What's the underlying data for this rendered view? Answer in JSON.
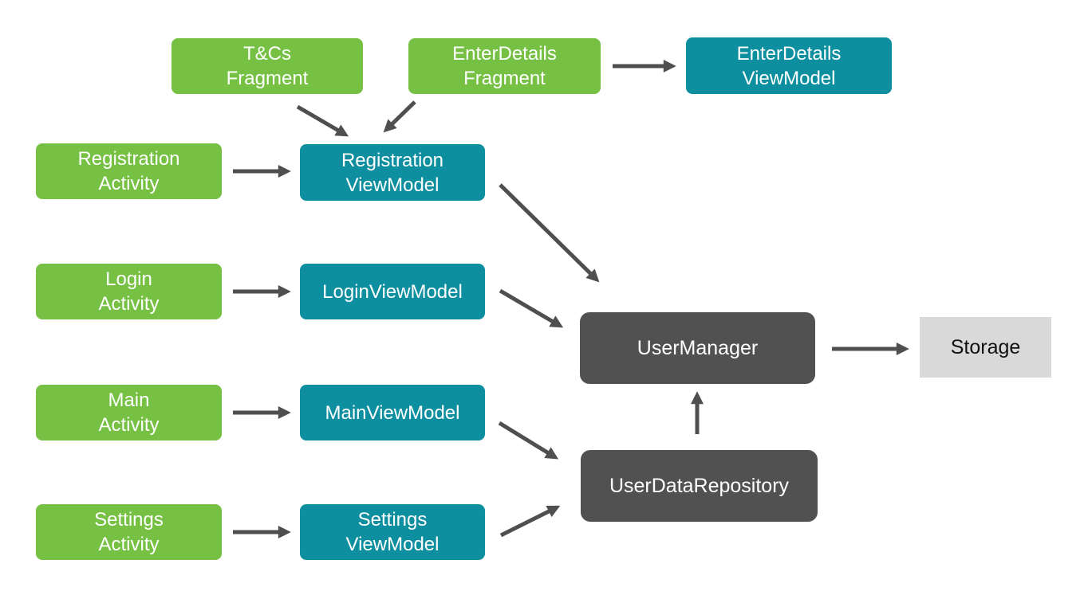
{
  "diagram": {
    "colors": {
      "activity_fragment_green": "#76c043",
      "viewmodel_teal": "#0e8f9f",
      "manager_dark_gray": "#515151",
      "storage_light_gray": "#d9d9d9",
      "arrow_gray": "#4f4f4f",
      "label_light": "#ffffff",
      "label_dark": "#111111"
    },
    "nodes": [
      {
        "id": "tcs-fragment",
        "label": "T&Cs\nFragment",
        "type": "fragment"
      },
      {
        "id": "enterdetails-fragment",
        "label": "EnterDetails\nFragment",
        "type": "fragment"
      },
      {
        "id": "enterdetails-viewmodel",
        "label": "EnterDetails\nViewModel",
        "type": "viewmodel"
      },
      {
        "id": "registration-activity",
        "label": "Registration\nActivity",
        "type": "activity"
      },
      {
        "id": "registration-viewmodel",
        "label": "Registration\nViewModel",
        "type": "viewmodel"
      },
      {
        "id": "login-activity",
        "label": "Login\nActivity",
        "type": "activity"
      },
      {
        "id": "login-viewmodel",
        "label": "LoginViewModel",
        "type": "viewmodel"
      },
      {
        "id": "main-activity",
        "label": "Main\nActivity",
        "type": "activity"
      },
      {
        "id": "main-viewmodel",
        "label": "MainViewModel",
        "type": "viewmodel"
      },
      {
        "id": "settings-activity",
        "label": "Settings\nActivity",
        "type": "activity"
      },
      {
        "id": "settings-viewmodel",
        "label": "Settings\nViewModel",
        "type": "viewmodel"
      },
      {
        "id": "user-manager",
        "label": "UserManager",
        "type": "manager"
      },
      {
        "id": "user-data-repository",
        "label": "UserDataRepository",
        "type": "repository"
      },
      {
        "id": "storage",
        "label": "Storage",
        "type": "storage"
      }
    ],
    "edges": [
      {
        "from": "T&Cs Fragment",
        "to": "Registration ViewModel"
      },
      {
        "from": "EnterDetails Fragment",
        "to": "Registration ViewModel"
      },
      {
        "from": "EnterDetails Fragment",
        "to": "EnterDetails ViewModel"
      },
      {
        "from": "Registration Activity",
        "to": "Registration ViewModel"
      },
      {
        "from": "Registration ViewModel",
        "to": "UserManager"
      },
      {
        "from": "Login Activity",
        "to": "LoginViewModel"
      },
      {
        "from": "LoginViewModel",
        "to": "UserManager"
      },
      {
        "from": "Main Activity",
        "to": "MainViewModel"
      },
      {
        "from": "MainViewModel",
        "to": "UserDataRepository"
      },
      {
        "from": "Settings Activity",
        "to": "Settings ViewModel"
      },
      {
        "from": "Settings ViewModel",
        "to": "UserDataRepository"
      },
      {
        "from": "UserDataRepository",
        "to": "UserManager"
      },
      {
        "from": "UserManager",
        "to": "Storage"
      }
    ]
  }
}
